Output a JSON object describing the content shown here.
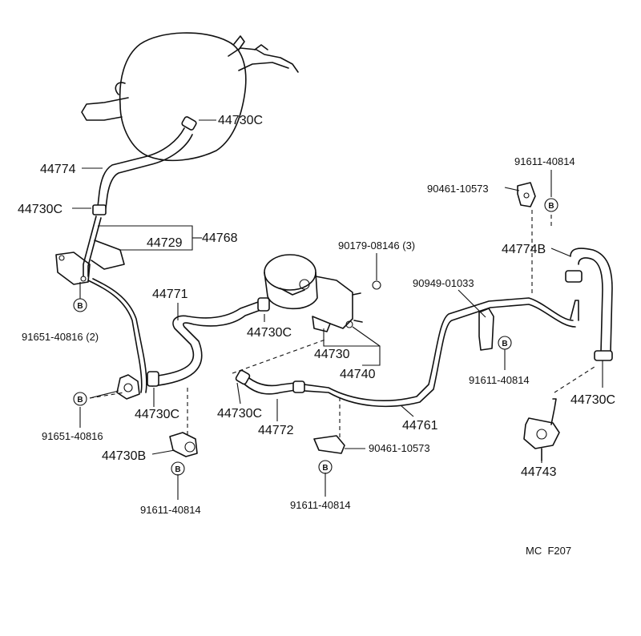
{
  "labels": {
    "p44730C_top": "44730C",
    "p44774": "44774",
    "p44730C_left": "44730C",
    "p44729": "44729",
    "p44768": "44768",
    "p91651_2": "91651-40816 (2)",
    "p44771": "44771",
    "p44730C_mid": "44730C",
    "p90179": "90179-08146 (3)",
    "p44730": "44730",
    "p44740": "44740",
    "p90949": "90949-01033",
    "p91611_right_top": "91611-40814",
    "p90461_top": "90461-10573",
    "p44774B": "44774B",
    "p91611_right_mid": "91611-40814",
    "p44730C_right": "44730C",
    "p91651_left": "91651-40816",
    "p44730C_lower_left": "44730C",
    "p44730B": "44730B",
    "p91611_bottom_left": "91611-40814",
    "p44730C_center": "44730C",
    "p44772": "44772",
    "p44761": "44761",
    "p90461_bottom": "90461-10573",
    "p91611_bottom_center": "91611-40814",
    "p44743": "44743",
    "footer_code": "MC  F207"
  },
  "markers": {
    "b": "B"
  }
}
